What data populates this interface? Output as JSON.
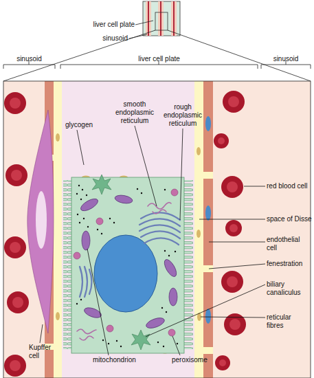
{
  "diagram": {
    "labels": [
      "liver cell plate",
      "sinusoid",
      "sinusoid",
      "liver cell plate",
      "sinusoid",
      "glycogen",
      "smooth endoplasmic reticulum",
      "rough endoplasmic reticulum",
      "red blood cell",
      "space of Disse",
      "endothelial cell",
      "fenestration",
      "biliary canaliculus",
      "reticular fibres",
      "Kupffer cell",
      "mitochondrion",
      "peroxisome"
    ]
  }
}
